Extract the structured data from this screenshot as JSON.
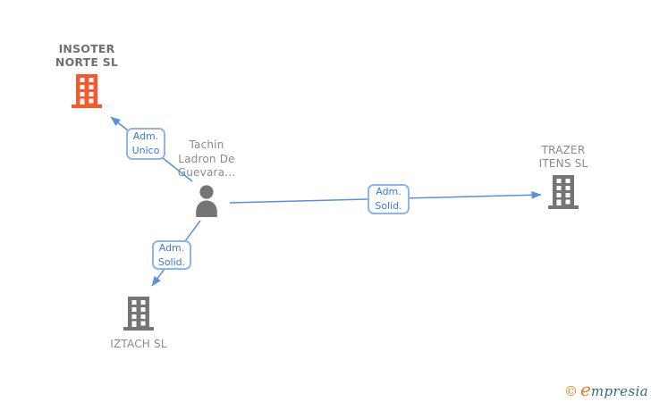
{
  "nodes": {
    "insoter": {
      "name_line1": "INSOTER",
      "name_line2": "NORTE SL",
      "icon": "building-icon",
      "highlighted": true
    },
    "trazer": {
      "name_line1": "TRAZER",
      "name_line2": "ITENS SL",
      "icon": "building-icon",
      "highlighted": false
    },
    "iztach": {
      "name": "IZTACH SL",
      "icon": "building-icon",
      "highlighted": false
    },
    "person": {
      "name_line1": "Tachin",
      "name_line2": "Ladron De",
      "name_line3": "Guevara...",
      "icon": "person-icon"
    }
  },
  "relations": {
    "to_insoter": {
      "line1": "Adm.",
      "line2": "Unico"
    },
    "to_trazer": {
      "line1": "Adm.",
      "line2": "Solid."
    },
    "to_iztach": {
      "line1": "Adm.",
      "line2": "Solid."
    }
  },
  "watermark": {
    "copyright": "©",
    "brand_initial": "e",
    "brand_rest": "mpresia"
  },
  "colors": {
    "highlight_orange": "#f7582d",
    "entity_gray": "#757575",
    "label_gray": "#8a8a8a",
    "edge_blue": "#5b8fd9",
    "relation_border_blue": "#8fb4e6",
    "relation_text_blue": "#3c78d8",
    "brand_orange": "#ee7b16",
    "brand_teal": "#2e6a74",
    "background": "#ffffff"
  }
}
